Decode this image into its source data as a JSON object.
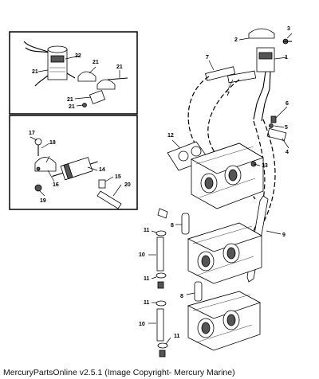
{
  "diagram": {
    "caption": "MercuryPartsOnline v2.5.1 (Image Copyright- Mercury Marine)",
    "callouts": [
      "1",
      "2",
      "3",
      "4",
      "5",
      "6",
      "7",
      "8",
      "9",
      "10",
      "11",
      "12",
      "13",
      "14",
      "15",
      "16",
      "17",
      "18",
      "19",
      "20",
      "21",
      "22"
    ]
  }
}
